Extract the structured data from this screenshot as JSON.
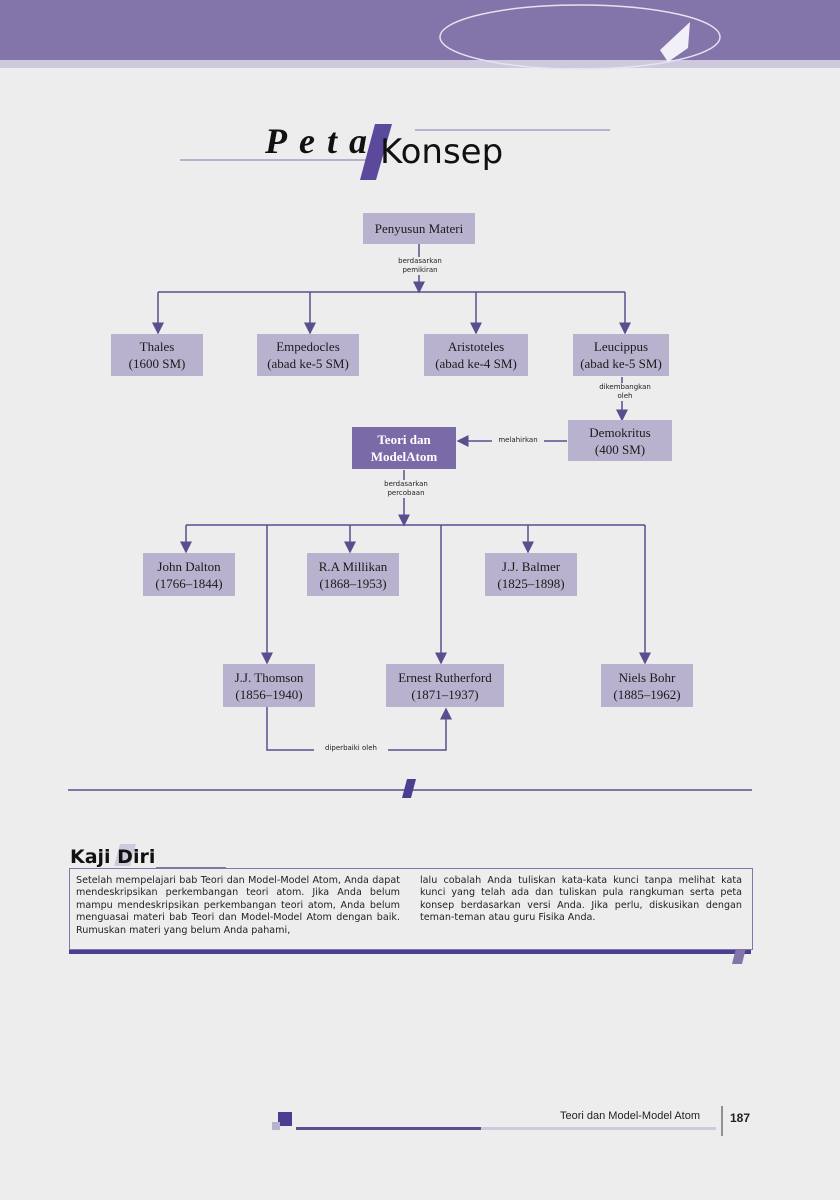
{
  "header": {
    "title_peta": "Peta",
    "title_konsep": "Konsep"
  },
  "concept_map": {
    "root": "Penyusun Materi",
    "root_link": [
      "berdasarkan",
      "pemikiran"
    ],
    "philosophers": [
      {
        "name": "Thales",
        "period": "(1600 SM)"
      },
      {
        "name": "Empedocles",
        "period": "(abad ke-5 SM)"
      },
      {
        "name": "Aristoteles",
        "period": "(abad ke-4 SM)"
      },
      {
        "name": "Leucippus",
        "period": "(abad ke-5 SM)"
      }
    ],
    "leucippus_link": [
      "dikembangkan",
      "oleh"
    ],
    "demokritus": {
      "name": "Demokritus",
      "period": "(400 SM)"
    },
    "demokritus_link": "melahirkan",
    "theory": [
      "Teori dan",
      "ModelAtom"
    ],
    "theory_link": [
      "berdasarkan",
      "percobaan"
    ],
    "scientists_top": [
      {
        "name": "John Dalton",
        "period": "(1766–1844)"
      },
      {
        "name": "R.A Millikan",
        "period": "(1868–1953)"
      },
      {
        "name": "J.J. Balmer",
        "period": "(1825–1898)"
      }
    ],
    "scientists_bottom": [
      {
        "name": "J.J. Thomson",
        "period": "(1856–1940)"
      },
      {
        "name": "Ernest Rutherford",
        "period": "(1871–1937)"
      },
      {
        "name": "Niels Bohr",
        "period": "(1885–1962)"
      }
    ],
    "thomson_link": "diperbaiki oleh"
  },
  "kaji_diri": {
    "title": "Kaji Diri",
    "col1": "Setelah mempelajari bab Teori dan Model-Model Atom, Anda dapat mendeskripsikan perkembangan teori atom. Jika Anda belum mampu mendeskripsikan perkembangan teori atom, Anda belum menguasai materi bab Teori dan Model-Model Atom dengan baik. Rumuskan materi yang belum Anda pahami,",
    "col2": "lalu cobalah Anda tuliskan kata-kata kunci tanpa melihat kata kunci yang telah ada dan tuliskan pula rangkuman serta peta konsep berdasarkan versi Anda. Jika perlu, diskusikan dengan teman-teman atau guru Fisika Anda."
  },
  "footer": {
    "chapter": "Teori dan Model-Model Atom",
    "page": "187"
  },
  "colors": {
    "accent": "#8374aa",
    "box": "#b9b2cf",
    "box_dark": "#7a6aa8",
    "line": "#5b4e8f"
  }
}
